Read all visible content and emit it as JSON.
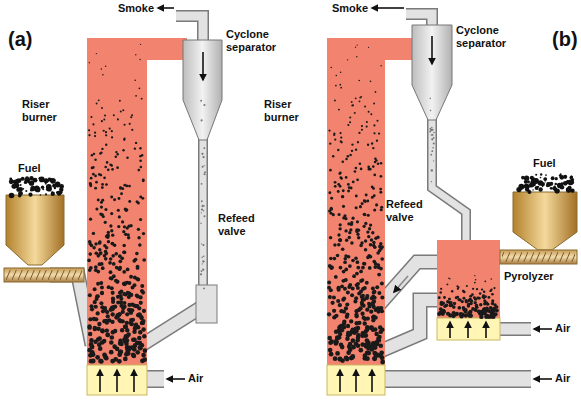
{
  "diagram": {
    "nodes": [
      {
        "text": [
          "Pyrolyzer"
        ]
      }
    ],
    "labels": [
      "(a)",
      "Smoke",
      "Cyclone separator",
      "Riser burner",
      "Fuel",
      "Refeed valve",
      "Air",
      "Smoke",
      "(b)",
      "Cyclone separator",
      "Riser burner",
      "Refeed valve",
      "Fuel",
      "Air",
      "Air"
    ]
  }
}
